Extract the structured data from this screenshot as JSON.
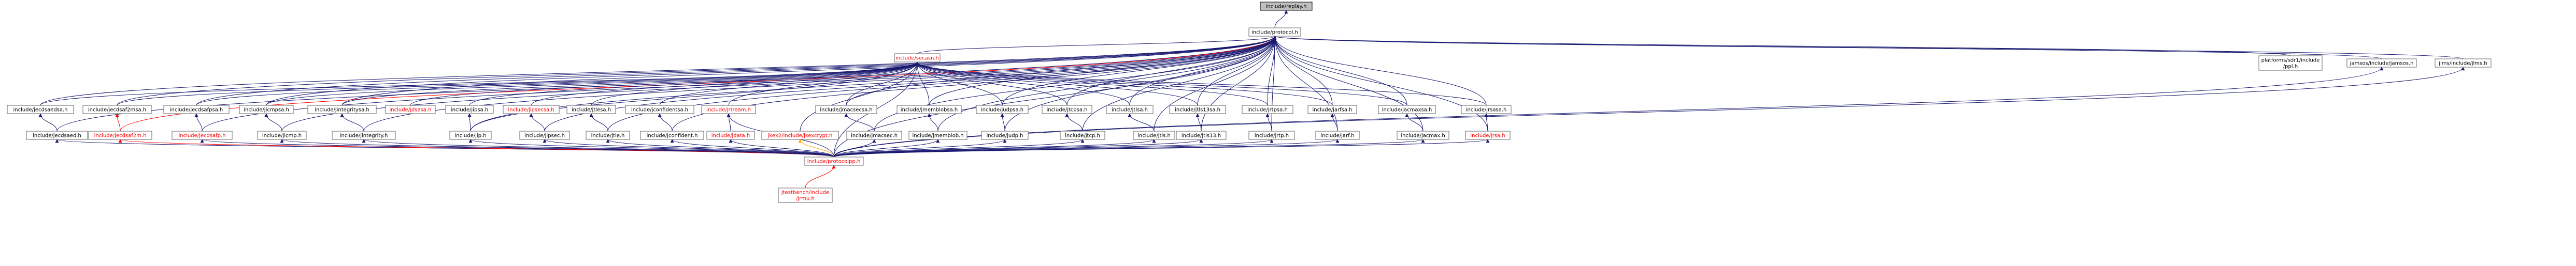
{
  "diagram": {
    "nodes": [
      {
        "id": "replay",
        "label": "include/replay.h",
        "style": "root"
      },
      {
        "id": "protocol",
        "label": "include/protocol.h",
        "style": "normal"
      },
      {
        "id": "secasn",
        "label": "include/secasn.h",
        "style": "red"
      },
      {
        "id": "platform",
        "label": "platforms/sdr1/include\n/ppl.h",
        "style": "normal"
      },
      {
        "id": "jamsos_inc",
        "label": "jamsos/include/jamsos.h",
        "style": "normal"
      },
      {
        "id": "jlms_inc",
        "label": "jlms/include/jlms.h",
        "style": "normal"
      },
      {
        "id": "jecdsaedsa",
        "label": "include/jecdsaedsa.h",
        "style": "normal"
      },
      {
        "id": "jecdsaf2msa",
        "label": "include/jecdsaf2msa.h",
        "style": "normal"
      },
      {
        "id": "jecdsafpsa",
        "label": "include/jecdsafpsa.h",
        "style": "normal"
      },
      {
        "id": "jicmpsa",
        "label": "include/jicmpsa.h",
        "style": "normal"
      },
      {
        "id": "jintegritysa",
        "label": "include/jintegritysa.h",
        "style": "normal"
      },
      {
        "id": "jdsasa",
        "label": "include/jdsasa.h",
        "style": "red"
      },
      {
        "id": "jipsa",
        "label": "include/jipsa.h",
        "style": "normal"
      },
      {
        "id": "jipsecsa",
        "label": "include/jipsecsa.h",
        "style": "red"
      },
      {
        "id": "jtlesa",
        "label": "include/jtlesa.h",
        "style": "normal"
      },
      {
        "id": "jconfidentsa",
        "label": "include/jconfidentsa.h",
        "style": "normal"
      },
      {
        "id": "jrtream",
        "label": "include/jrtream.h",
        "style": "red"
      },
      {
        "id": "jmacsecsa",
        "label": "include/jmacsecsa.h",
        "style": "normal"
      },
      {
        "id": "jmemblobsa",
        "label": "include/jmemblobsa.h",
        "style": "normal"
      },
      {
        "id": "judpsa",
        "label": "include/judpsa.h",
        "style": "normal"
      },
      {
        "id": "jtcpsa",
        "label": "include/jtcpsa.h",
        "style": "normal"
      },
      {
        "id": "jtlsa",
        "label": "include/jtlsa.h",
        "style": "normal"
      },
      {
        "id": "jtls13sa",
        "label": "include/jtls13sa.h",
        "style": "normal"
      },
      {
        "id": "jrtpsa",
        "label": "include/jrtpsa.h",
        "style": "normal"
      },
      {
        "id": "jarfsa",
        "label": "include/jarfsa.h",
        "style": "normal"
      },
      {
        "id": "jacmaxsa",
        "label": "include/jacmaxsa.h",
        "style": "normal"
      },
      {
        "id": "jrsasa",
        "label": "include/jrsasa.h",
        "style": "normal"
      },
      {
        "id": "jecdsaed",
        "label": "include/jecdsaed.h",
        "style": "normal"
      },
      {
        "id": "jecdsaf2m",
        "label": "include/jecdsaf2m.h",
        "style": "red"
      },
      {
        "id": "jecdsafp",
        "label": "include/jecdsafp.h",
        "style": "red"
      },
      {
        "id": "jicmp",
        "label": "include/jicmp.h",
        "style": "normal"
      },
      {
        "id": "jintegrity",
        "label": "include/jintegrity.h",
        "style": "normal"
      },
      {
        "id": "jip",
        "label": "include/jip.h",
        "style": "normal"
      },
      {
        "id": "jipsec",
        "label": "include/jipsec.h",
        "style": "normal"
      },
      {
        "id": "jtle",
        "label": "include/jtle.h",
        "style": "normal"
      },
      {
        "id": "jconfident",
        "label": "include/jconfident.h",
        "style": "normal"
      },
      {
        "id": "jdata",
        "label": "include/jdata.h",
        "style": "red"
      },
      {
        "id": "jkexcrypt",
        "label": "jkex2/include/jkexcrypt.h",
        "style": "red"
      },
      {
        "id": "jmacsec",
        "label": "include/jmacsec.h",
        "style": "normal"
      },
      {
        "id": "jmemblob",
        "label": "include/jmemblob.h",
        "style": "normal"
      },
      {
        "id": "judp",
        "label": "include/judp.h",
        "style": "normal"
      },
      {
        "id": "jtcp",
        "label": "include/jtcp.h",
        "style": "normal"
      },
      {
        "id": "jtls",
        "label": "include/jtls.h",
        "style": "normal"
      },
      {
        "id": "jtls13",
        "label": "include/jtls13.h",
        "style": "normal"
      },
      {
        "id": "jrtp",
        "label": "include/jrtp.h",
        "style": "normal"
      },
      {
        "id": "jarf",
        "label": "include/jarf.h",
        "style": "normal"
      },
      {
        "id": "jacmax",
        "label": "include/jacmax.h",
        "style": "normal"
      },
      {
        "id": "jrsa",
        "label": "include/jrsa.h",
        "style": "red"
      },
      {
        "id": "protocolpp",
        "label": "include/protocolpp.h",
        "style": "red"
      },
      {
        "id": "jrmu",
        "label": "jtestbench/include\n/jrmu.h",
        "style": "red"
      }
    ],
    "edges": [
      {
        "from": "replay",
        "to": "protocol",
        "color": "navy"
      },
      {
        "from": "protocol",
        "to": "secasn",
        "color": "navy"
      },
      {
        "from": "protocol",
        "to": "platform",
        "color": "navy"
      },
      {
        "from": "protocol",
        "to": "jamsos_inc",
        "color": "navy"
      },
      {
        "from": "protocol",
        "to": "jlms_inc",
        "color": "navy"
      },
      {
        "from": "protocol",
        "to": "jecdsaedsa",
        "color": "navy"
      },
      {
        "from": "protocol",
        "to": "jecdsaf2msa",
        "color": "navy"
      },
      {
        "from": "protocol",
        "to": "jecdsafpsa",
        "color": "navy"
      },
      {
        "from": "protocol",
        "to": "jicmpsa",
        "color": "navy"
      },
      {
        "from": "protocol",
        "to": "jintegritysa",
        "color": "navy"
      },
      {
        "from": "protocol",
        "to": "jmacsecsa",
        "color": "navy"
      },
      {
        "from": "protocol",
        "to": "jmemblobsa",
        "color": "navy"
      },
      {
        "from": "protocol",
        "to": "judpsa",
        "color": "navy"
      },
      {
        "from": "protocol",
        "to": "jtcpsa",
        "color": "navy"
      },
      {
        "from": "protocol",
        "to": "jtlsa",
        "color": "navy"
      },
      {
        "from": "protocol",
        "to": "jtls13sa",
        "color": "navy"
      },
      {
        "from": "protocol",
        "to": "jrtpsa",
        "color": "navy"
      },
      {
        "from": "protocol",
        "to": "jarfsa",
        "color": "navy"
      },
      {
        "from": "protocol",
        "to": "jacmaxsa",
        "color": "navy"
      },
      {
        "from": "protocol",
        "to": "jrsasa",
        "color": "navy"
      },
      {
        "from": "protocol",
        "to": "jecdsaed",
        "color": "navy"
      },
      {
        "from": "protocol",
        "to": "jecdsaf2m",
        "color": "red"
      },
      {
        "from": "protocol",
        "to": "jecdsafp",
        "color": "navy"
      },
      {
        "from": "protocol",
        "to": "jicmp",
        "color": "navy"
      },
      {
        "from": "protocol",
        "to": "jintegrity",
        "color": "navy"
      },
      {
        "from": "protocol",
        "to": "jip",
        "color": "navy"
      },
      {
        "from": "protocol",
        "to": "jipsec",
        "color": "navy"
      },
      {
        "from": "protocol",
        "to": "jtle",
        "color": "navy"
      },
      {
        "from": "protocol",
        "to": "jconfident",
        "color": "navy"
      },
      {
        "from": "protocol",
        "to": "jmacsec",
        "color": "navy"
      },
      {
        "from": "protocol",
        "to": "jmemblob",
        "color": "navy"
      },
      {
        "from": "protocol",
        "to": "judp",
        "color": "navy"
      },
      {
        "from": "protocol",
        "to": "jtcp",
        "color": "navy"
      },
      {
        "from": "protocol",
        "to": "jtls",
        "color": "navy"
      },
      {
        "from": "protocol",
        "to": "jtls13",
        "color": "navy"
      },
      {
        "from": "protocol",
        "to": "jrtp",
        "color": "navy"
      },
      {
        "from": "protocol",
        "to": "jarf",
        "color": "navy"
      },
      {
        "from": "protocol",
        "to": "jacmax",
        "color": "navy"
      },
      {
        "from": "protocol",
        "to": "jrsa",
        "color": "navy"
      },
      {
        "from": "protocol",
        "to": "protocolpp",
        "color": "navy"
      },
      {
        "from": "secasn",
        "to": "jecdsaedsa",
        "color": "navy"
      },
      {
        "from": "secasn",
        "to": "jecdsaf2msa",
        "color": "navy"
      },
      {
        "from": "secasn",
        "to": "jecdsafpsa",
        "color": "navy"
      },
      {
        "from": "secasn",
        "to": "jicmpsa",
        "color": "navy"
      },
      {
        "from": "secasn",
        "to": "jintegritysa",
        "color": "navy"
      },
      {
        "from": "secasn",
        "to": "jdsasa",
        "color": "navy"
      },
      {
        "from": "secasn",
        "to": "jipsa",
        "color": "navy"
      },
      {
        "from": "secasn",
        "to": "jipsecsa",
        "color": "navy"
      },
      {
        "from": "secasn",
        "to": "jtlesa",
        "color": "navy"
      },
      {
        "from": "secasn",
        "to": "jconfidentsa",
        "color": "navy"
      },
      {
        "from": "secasn",
        "to": "jrtream",
        "color": "navy"
      },
      {
        "from": "secasn",
        "to": "jmacsecsa",
        "color": "navy"
      },
      {
        "from": "secasn",
        "to": "jmemblobsa",
        "color": "navy"
      },
      {
        "from": "secasn",
        "to": "judpsa",
        "color": "navy"
      },
      {
        "from": "secasn",
        "to": "jtcpsa",
        "color": "navy"
      },
      {
        "from": "secasn",
        "to": "jtlsa",
        "color": "navy"
      },
      {
        "from": "secasn",
        "to": "jtls13sa",
        "color": "navy"
      },
      {
        "from": "secasn",
        "to": "jrtpsa",
        "color": "navy"
      },
      {
        "from": "secasn",
        "to": "jarfsa",
        "color": "navy"
      },
      {
        "from": "secasn",
        "to": "jacmaxsa",
        "color": "navy"
      },
      {
        "from": "secasn",
        "to": "jrsasa",
        "color": "navy"
      },
      {
        "from": "secasn",
        "to": "jkexcrypt",
        "color": "navy"
      },
      {
        "from": "secasn",
        "to": "jip",
        "color": "navy"
      },
      {
        "from": "secasn",
        "to": "protocolpp",
        "color": "navy"
      },
      {
        "from": "jecdsaedsa",
        "to": "jecdsaed",
        "color": "navy"
      },
      {
        "from": "jecdsaf2msa",
        "to": "jecdsaf2m",
        "color": "red"
      },
      {
        "from": "jecdsafpsa",
        "to": "jecdsafp",
        "color": "navy"
      },
      {
        "from": "jicmpsa",
        "to": "jicmp",
        "color": "navy"
      },
      {
        "from": "jintegritysa",
        "to": "jintegrity",
        "color": "navy"
      },
      {
        "from": "jipsa",
        "to": "jip",
        "color": "navy"
      },
      {
        "from": "jipsecsa",
        "to": "jipsec",
        "color": "navy"
      },
      {
        "from": "jtlesa",
        "to": "jtle",
        "color": "navy"
      },
      {
        "from": "jconfidentsa",
        "to": "jconfident",
        "color": "navy"
      },
      {
        "from": "jrtream",
        "to": "jdata",
        "color": "navy"
      },
      {
        "from": "jrtream",
        "to": "protocolpp",
        "color": "navy"
      },
      {
        "from": "jmacsecsa",
        "to": "jmacsec",
        "color": "navy"
      },
      {
        "from": "jmemblobsa",
        "to": "jmemblob",
        "color": "navy"
      },
      {
        "from": "judpsa",
        "to": "judp",
        "color": "navy"
      },
      {
        "from": "jtcpsa",
        "to": "jtcp",
        "color": "navy"
      },
      {
        "from": "jtlsa",
        "to": "jtls",
        "color": "navy"
      },
      {
        "from": "jtls13sa",
        "to": "jtls13",
        "color": "navy"
      },
      {
        "from": "jrtpsa",
        "to": "jrtp",
        "color": "navy"
      },
      {
        "from": "jarfsa",
        "to": "jarf",
        "color": "navy"
      },
      {
        "from": "jacmaxsa",
        "to": "jacmax",
        "color": "navy"
      },
      {
        "from": "jrsasa",
        "to": "jrsa",
        "color": "navy"
      },
      {
        "from": "jecdsaed",
        "to": "protocolpp",
        "color": "navy"
      },
      {
        "from": "jecdsaf2m",
        "to": "protocolpp",
        "color": "red"
      },
      {
        "from": "jecdsafp",
        "to": "protocolpp",
        "color": "navy"
      },
      {
        "from": "jicmp",
        "to": "protocolpp",
        "color": "navy"
      },
      {
        "from": "jintegrity",
        "to": "protocolpp",
        "color": "navy"
      },
      {
        "from": "jip",
        "to": "protocolpp",
        "color": "navy"
      },
      {
        "from": "jipsec",
        "to": "protocolpp",
        "color": "navy"
      },
      {
        "from": "jtle",
        "to": "protocolpp",
        "color": "navy"
      },
      {
        "from": "jconfident",
        "to": "protocolpp",
        "color": "navy"
      },
      {
        "from": "jdata",
        "to": "protocolpp",
        "color": "navy"
      },
      {
        "from": "jkexcrypt",
        "to": "protocolpp",
        "color": "orange"
      },
      {
        "from": "jmacsec",
        "to": "protocolpp",
        "color": "navy"
      },
      {
        "from": "jmemblob",
        "to": "protocolpp",
        "color": "navy"
      },
      {
        "from": "judp",
        "to": "protocolpp",
        "color": "navy"
      },
      {
        "from": "jtcp",
        "to": "protocolpp",
        "color": "navy"
      },
      {
        "from": "jtls",
        "to": "protocolpp",
        "color": "navy"
      },
      {
        "from": "jtls13",
        "to": "protocolpp",
        "color": "navy"
      },
      {
        "from": "jrtp",
        "to": "protocolpp",
        "color": "navy"
      },
      {
        "from": "jarf",
        "to": "protocolpp",
        "color": "navy"
      },
      {
        "from": "jacmax",
        "to": "protocolpp",
        "color": "navy"
      },
      {
        "from": "jrsa",
        "to": "protocolpp",
        "color": "navy"
      },
      {
        "from": "jamsos_inc",
        "to": "protocolpp",
        "color": "navy"
      },
      {
        "from": "jlms_inc",
        "to": "protocolpp",
        "color": "navy"
      },
      {
        "from": "protocolpp",
        "to": "jrmu",
        "color": "red"
      }
    ]
  }
}
